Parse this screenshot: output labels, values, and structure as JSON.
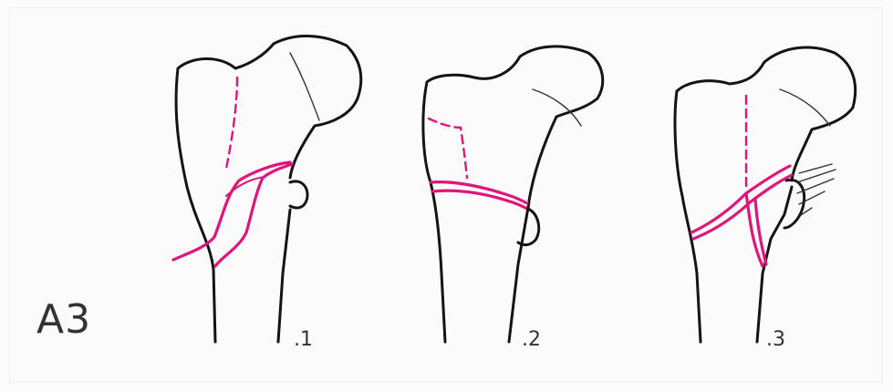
{
  "figure": {
    "group_label": "A3",
    "subtypes": [
      {
        "label": ".1"
      },
      {
        "label": ".2"
      },
      {
        "label": ".3"
      }
    ]
  },
  "colors": {
    "fracture_line": "#e0147a",
    "bone_outline": "#141414"
  }
}
